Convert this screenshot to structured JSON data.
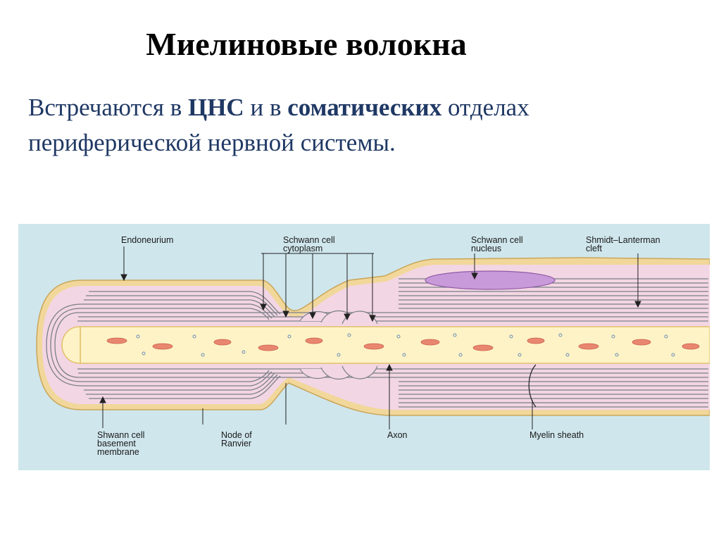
{
  "slide": {
    "title": "Миелиновые волокна",
    "text": {
      "p1": "Встречаются в ",
      "b1": "ЦНС",
      "p2": " и в ",
      "b2": "соматических",
      "p3": " отделах периферической нервной системы."
    }
  },
  "figure": {
    "labels": {
      "endoneurium": "Endoneurium",
      "schwann_cytoplasm_1": "Schwann cell",
      "schwann_cytoplasm_2": "cytoplasm",
      "schwann_nucleus_1": "Schwann cell",
      "schwann_nucleus_2": "nucleus",
      "shmidt_1": "Shmidt–Lanterman",
      "shmidt_2": "cleft",
      "basement_1": "Shwann cell",
      "basement_2": "basement",
      "basement_3": "membrane",
      "node_1": "Node of",
      "node_2": "Ranvier",
      "axon": "Axon",
      "myelin": "Myelin sheath"
    },
    "colors": {
      "background": "#cfe6ec",
      "myelin_lines": "#7a7f88",
      "cytoplasm": "#f3d6e3",
      "membrane": "#f1d79a",
      "axon": "#fdf3c6",
      "mitochondria": "#e9866f",
      "nucleus": "#c99ad9"
    }
  }
}
